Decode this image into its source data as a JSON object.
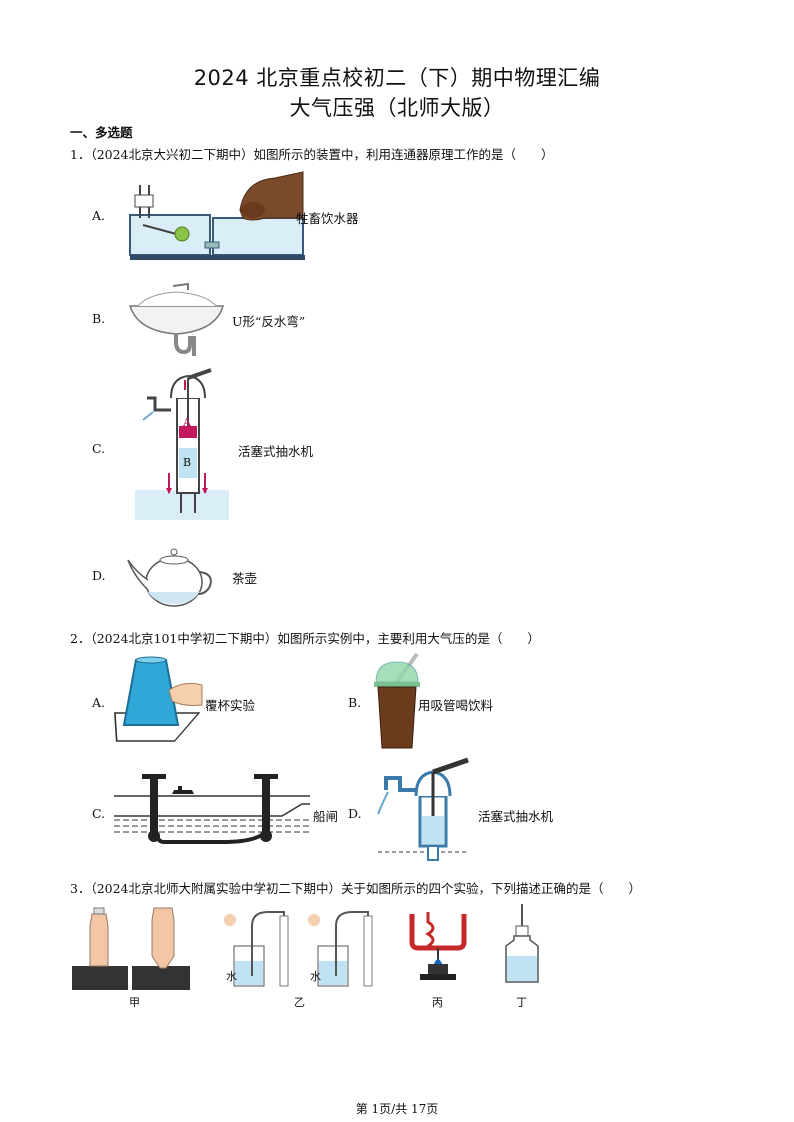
{
  "title_line1": "2024 北京重点校初二（下）期中物理汇编",
  "title_line2": "大气压强（北师大版）",
  "section1": "一、多选题",
  "q1": {
    "stem": "1．（2024北京大兴初二下期中）如图所示的装置中，利用连通器原理工作的是（　　）",
    "options": [
      {
        "letter": "A.",
        "caption": "牲畜饮水器"
      },
      {
        "letter": "B.",
        "caption": "U形“反水弯”"
      },
      {
        "letter": "C.",
        "caption": "活塞式抽水机",
        "labels": [
          "A",
          "B"
        ]
      },
      {
        "letter": "D.",
        "caption": "茶壶"
      }
    ]
  },
  "q2": {
    "stem": "2．（2024北京101中学初二下期中）如图所示实例中，主要利用大气压的是（　　）",
    "options": [
      {
        "letter": "A.",
        "caption": "覆杯实验"
      },
      {
        "letter": "B.",
        "caption": "用吸管喝饮料"
      },
      {
        "letter": "C.",
        "caption": "船闸"
      },
      {
        "letter": "D.",
        "caption": "活塞式抽水机"
      }
    ]
  },
  "q3": {
    "stem": "3．（2024北京北师大附属实验中学初二下期中）关于如图所示的四个实验，下列描述正确的是（　　）",
    "labels": [
      "甲",
      "乙",
      "丙",
      "丁"
    ],
    "water_labels": [
      "水",
      "水"
    ]
  },
  "footer": "第 1页/共 17页",
  "colors": {
    "water": "#bfe3f3",
    "tank": "#d9eef7",
    "pink": "#c2185b",
    "red": "#c62828"
  }
}
